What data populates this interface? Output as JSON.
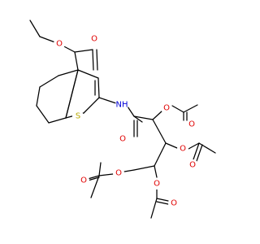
{
  "colors": {
    "bond": "#000000",
    "oxygen": "#e00000",
    "nitrogen": "#0000d8",
    "sulfur": "#b8a800",
    "background": "#ffffff"
  },
  "atoms": {
    "o_ester_single": "O",
    "o_ester_double": "O",
    "nh": "NH",
    "s": "S",
    "o_amide": "O",
    "o_ac1_single": "O",
    "o_ac1_double": "O",
    "o_ac2_single": "O",
    "o_ac2_double": "O",
    "o_ac3_single": "O",
    "o_ac3_double": "O",
    "o_ac4_single": "O",
    "o_ac4_double": "O"
  }
}
